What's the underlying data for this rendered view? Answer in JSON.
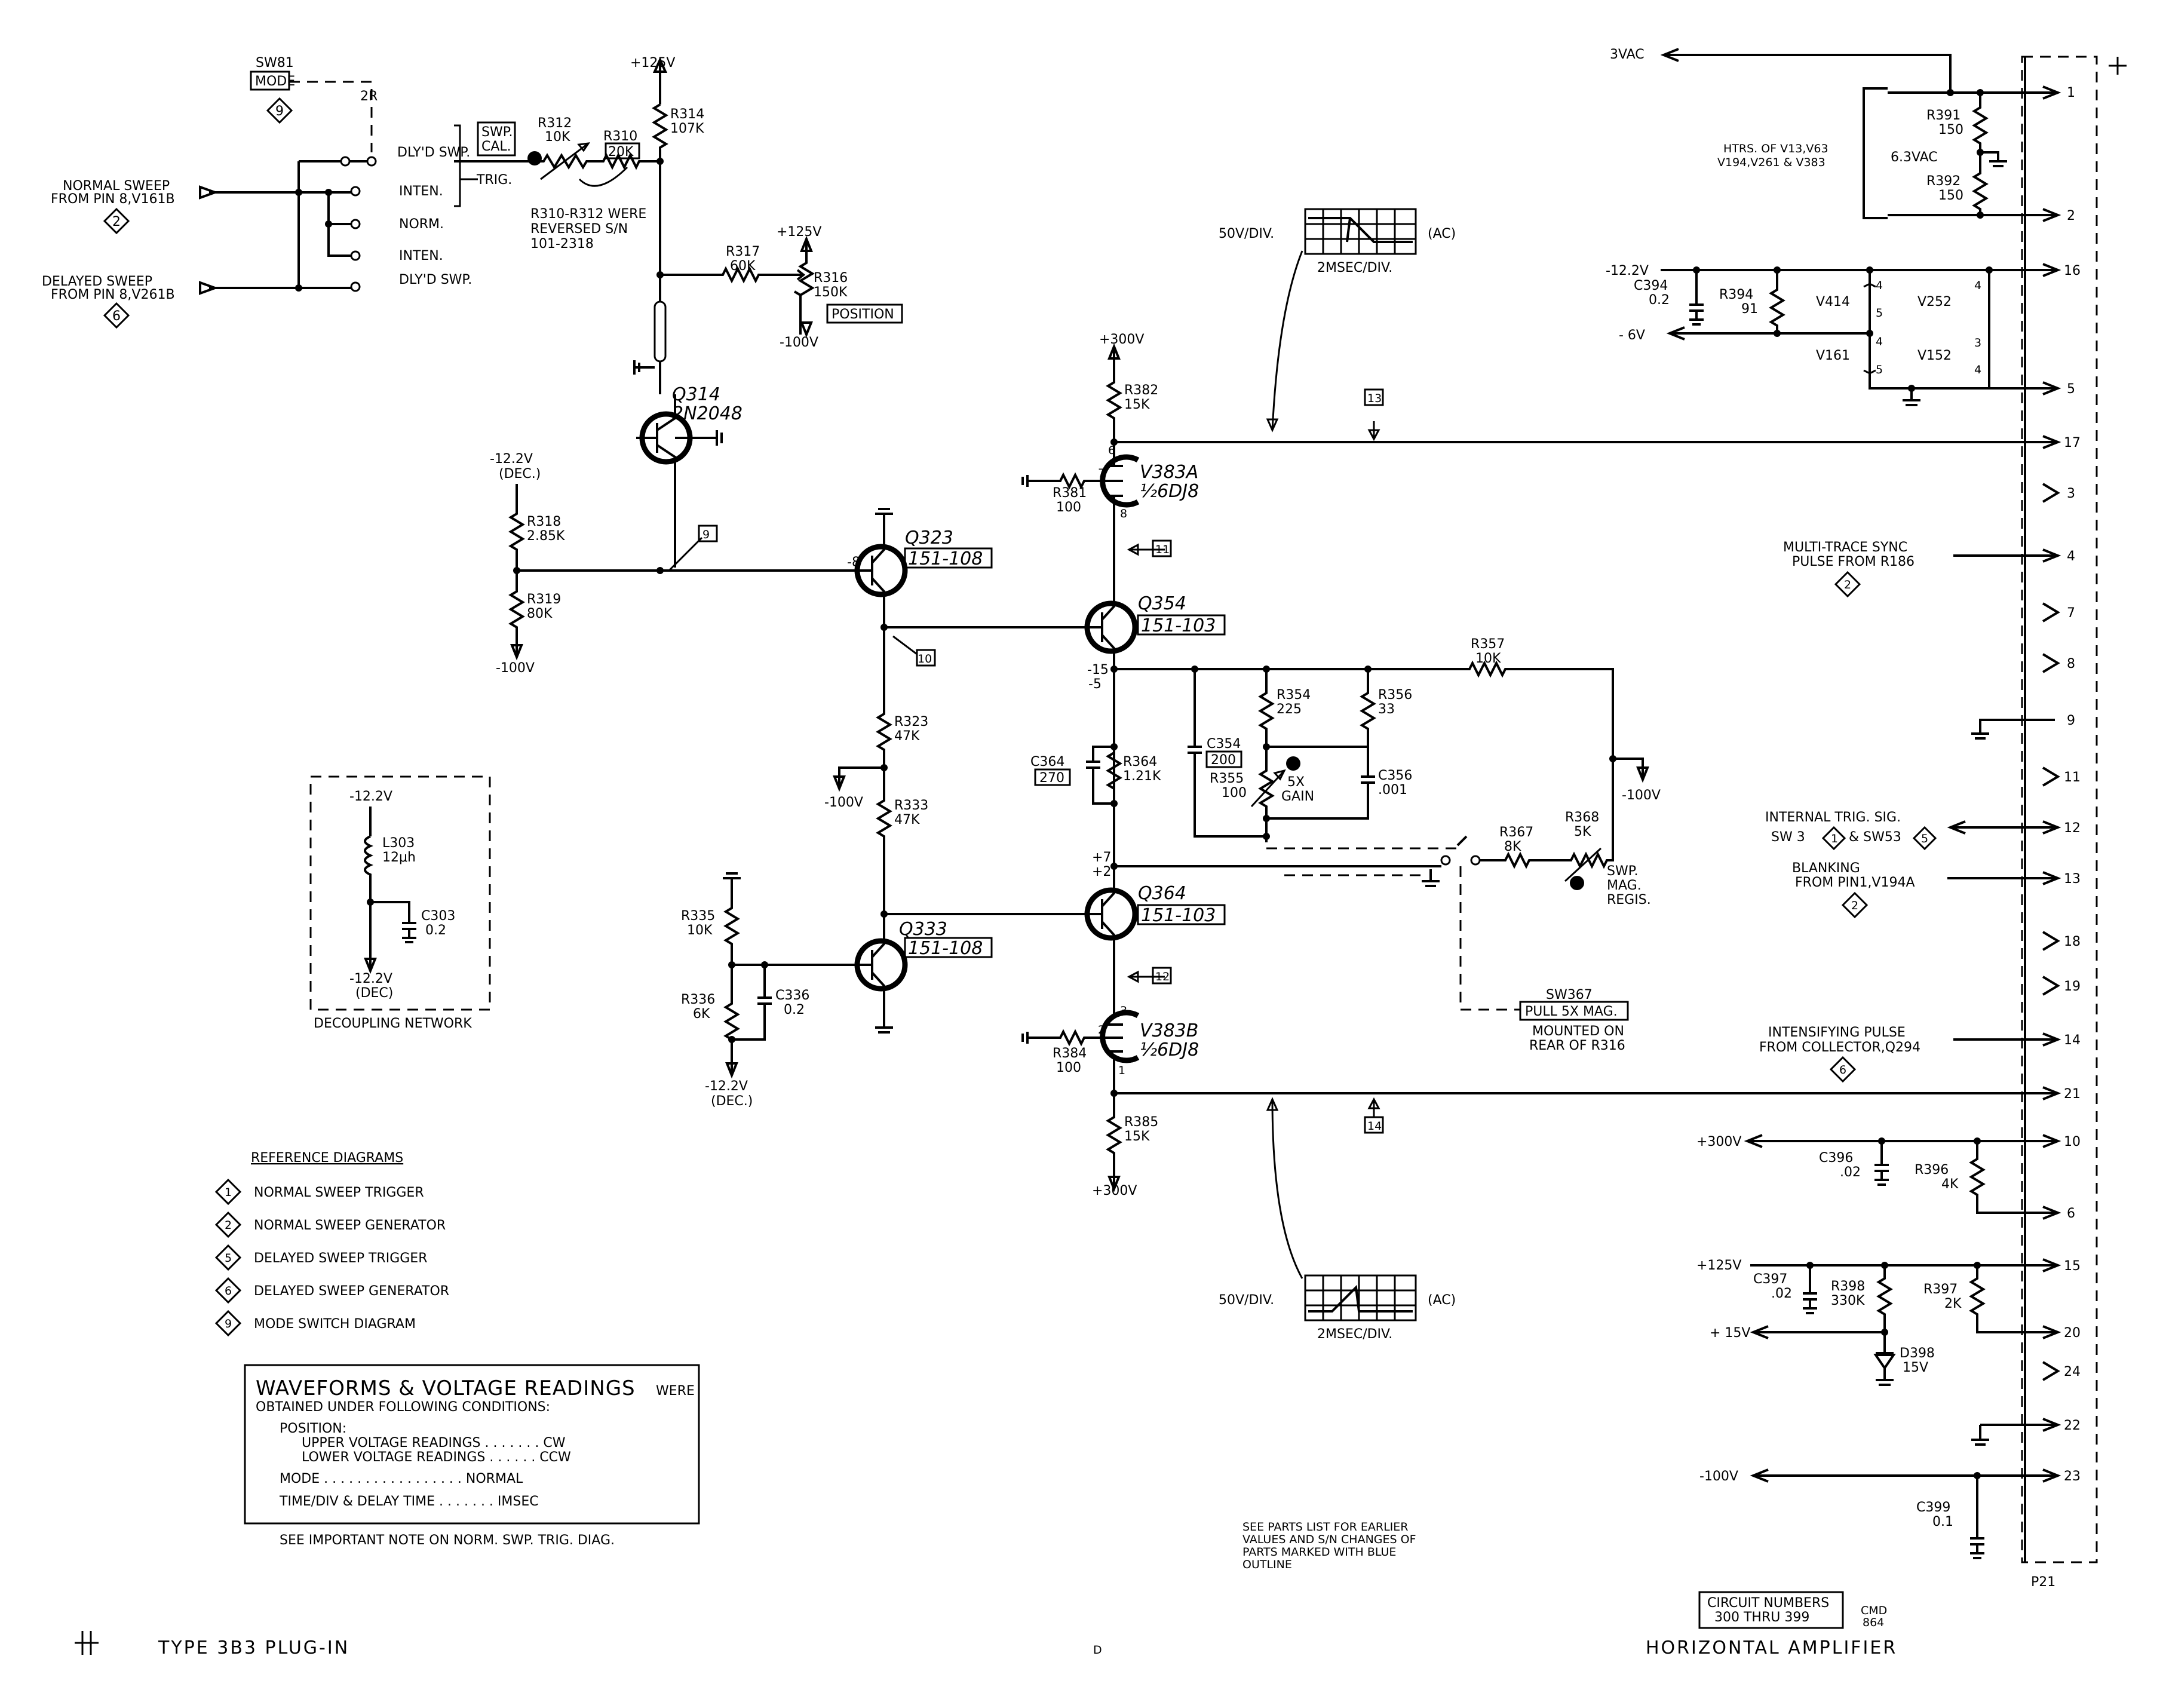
{
  "footer": {
    "left": "TYPE 3B3 PLUG-IN",
    "center": "D",
    "right": "HORIZONTAL AMPLIFIER"
  },
  "circuit_numbers": {
    "line1": "CIRCUIT NUMBERS",
    "line2": "300 THRU 399",
    "cmd": "CMD",
    "cmd_num": "864"
  },
  "mode_switch": {
    "name": "SW81",
    "label": "MODE",
    "ref": "9",
    "pos": "2R",
    "positions": [
      "DLY'D SWP.",
      "INTEN.",
      "NORM.",
      "INTEN.",
      "DLY'D SWP."
    ],
    "trig": "TRIG."
  },
  "inputs": {
    "normal_1": "NORMAL SWEEP",
    "normal_2": "FROM PIN 8,V161B",
    "normal_ref": "2",
    "delayed_1": "DELAYED SWEEP",
    "delayed_2": "FROM PIN 8,V261B",
    "delayed_ref": "6"
  },
  "swp_cal": {
    "box1": "SWP.",
    "box2": "CAL.",
    "r312": "R312",
    "r312v": "10K",
    "r310": "R310",
    "r310v": "20K",
    "note1": "R310-R312 WERE",
    "note2": "REVERSED S/N",
    "note3": "101-2318"
  },
  "rails": {
    "p125": "+125V",
    "p300": "+300V",
    "m100": "-100V",
    "m122": "-12.2V",
    "dec": "(DEC.)",
    "m6": "- 6V",
    "p15": "+ 15V",
    "vac3": "3VAC",
    "vac63": "6.3VAC"
  },
  "resistors": {
    "r314": "R314",
    "r314v": "107K",
    "r317": "R317",
    "r317v": "60K",
    "r316": "R316",
    "r316v": "150K",
    "position": "POSITION",
    "r318": "R318",
    "r318v": "2.85K",
    "r319": "R319",
    "r319v": "80K",
    "r382": "R382",
    "r382v": "15K",
    "r381": "R381",
    "r381v": "100",
    "r323": "R323",
    "r323v": "47K",
    "r333": "R333",
    "r333v": "47K",
    "r335": "R335",
    "r335v": "10K",
    "r336": "R336",
    "r336v": "6K",
    "c336": "C336",
    "c336v": "0.2",
    "c364": "C364",
    "c364v": "270",
    "r364": "R364",
    "r364v": "1.21K",
    "c354": "C354",
    "c354v": "200",
    "r354": "R354",
    "r354v": "225",
    "r355": "R355",
    "r355v": "100",
    "gain1": "5X",
    "gain2": "GAIN",
    "r356": "R356",
    "r356v": "33",
    "c356": "C356",
    "c356v": ".001",
    "r357": "R357",
    "r357v": "10K",
    "r367": "R367",
    "r367v": "8K",
    "r368": "R368",
    "r368v": "5K",
    "mag1": "SWP.",
    "mag2": "MAG.",
    "mag3": "REGIS.",
    "r384": "R384",
    "r384v": "100",
    "r385": "R385",
    "r385v": "15K"
  },
  "transistors": {
    "q314": "Q314",
    "q314v": "2N2048",
    "q323": "Q323",
    "q323v": "151-108",
    "q354": "Q354",
    "q354v": "151-103",
    "q333": "Q333",
    "q333v": "151-108",
    "q364": "Q364",
    "q364v": "151-103",
    "v383a": "V383A",
    "v383b": "V383B",
    "tube": "½6DJ8"
  },
  "voltages": {
    "m8": "-8",
    "m15": "-15",
    "m5": "-5",
    "p7": "+7",
    "p2": "+2"
  },
  "test_points": [
    "9",
    "10",
    "11",
    "12",
    "13",
    "14"
  ],
  "sw367": {
    "name": "SW367",
    "label": "PULL 5X MAG.",
    "note1": "MOUNTED ON",
    "note2": "REAR OF R316"
  },
  "decoupling": {
    "title": "DECOUPLING NETWORK",
    "l303": "L303",
    "l303v": "12μh",
    "c303": "C303",
    "c303v": "0.2",
    "top": "-12.2V",
    "bot": "-12.2V",
    "dec": "(DEC)"
  },
  "waveforms": {
    "vdiv": "50V/DIV.",
    "tdiv": "2MSEC/DIV.",
    "ac": "(AC)"
  },
  "reference": {
    "title": "REFERENCE DIAGRAMS",
    "items": [
      {
        "num": "1",
        "label": "NORMAL SWEEP TRIGGER"
      },
      {
        "num": "2",
        "label": "NORMAL SWEEP GENERATOR"
      },
      {
        "num": "5",
        "label": "DELAYED SWEEP TRIGGER"
      },
      {
        "num": "6",
        "label": "DELAYED SWEEP GENERATOR"
      },
      {
        "num": "9",
        "label": "MODE SWITCH DIAGRAM"
      }
    ]
  },
  "conditions": {
    "title1": "WAVEFORMS & VOLTAGE READINGS",
    "title2": "WERE",
    "sub": "OBTAINED UNDER FOLLOWING CONDITIONS:",
    "pos": "POSITION:",
    "upper": "UPPER VOLTAGE READINGS . . . . . . . CW",
    "lower": "LOWER VOLTAGE READINGS . . . . . . CCW",
    "mode": "MODE . . . . . . . . . . . . . . . . . NORMAL",
    "time": "TIME/DIV & DELAY TIME . . . . . . . IMSEC",
    "note": "SEE IMPORTANT NOTE ON NORM. SWP. TRIG. DIAG."
  },
  "parts_note": [
    "SEE PARTS LIST FOR EARLIER",
    "VALUES AND S/N CHANGES OF",
    "PARTS MARKED WITH BLUE",
    "OUTLINE"
  ],
  "right_side": {
    "htrs1": "HTRS. OF V13,V63",
    "htrs2": "V194,V261 & V383",
    "r391": "R391",
    "r391v": "150",
    "r392": "R392",
    "r392v": "150",
    "c394": "C394",
    "c394v": "0.2",
    "r394": "R394",
    "r394v": "91",
    "v414": "V414",
    "v161": "V161",
    "v252": "V252",
    "v152": "V152",
    "multi1": "MULTI-TRACE SYNC",
    "multi2": "PULSE FROM R186",
    "multi_ref": "2",
    "int1": "INTERNAL TRIG. SIG.",
    "int2": "SW 3",
    "int2b": "& SW53",
    "int_ref1": "1",
    "int_ref2": "5",
    "blank1": "BLANKING",
    "blank2": "FROM PIN1,V194A",
    "blank_ref": "2",
    "intens1": "INTENSIFYING PULSE",
    "intens2": "FROM COLLECTOR,Q294",
    "intens_ref": "6",
    "c396": "C396",
    "c396v": ".02",
    "r396": "R396",
    "r396v": "4K",
    "c397": "C397",
    "c397v": ".02",
    "r398": "R398",
    "r398v": "330K",
    "r397": "R397",
    "r397v": "2K",
    "d398": "D398",
    "d398v": "15V",
    "c399": "C399",
    "c399v": "0.1",
    "p21": "P21"
  },
  "pins": [
    "1",
    "2",
    "16",
    "5",
    "17",
    "3",
    "4",
    "7",
    "8",
    "9",
    "11",
    "12",
    "13",
    "18",
    "19",
    "14",
    "21",
    "10",
    "6",
    "15",
    "20",
    "24",
    "22",
    "23"
  ]
}
